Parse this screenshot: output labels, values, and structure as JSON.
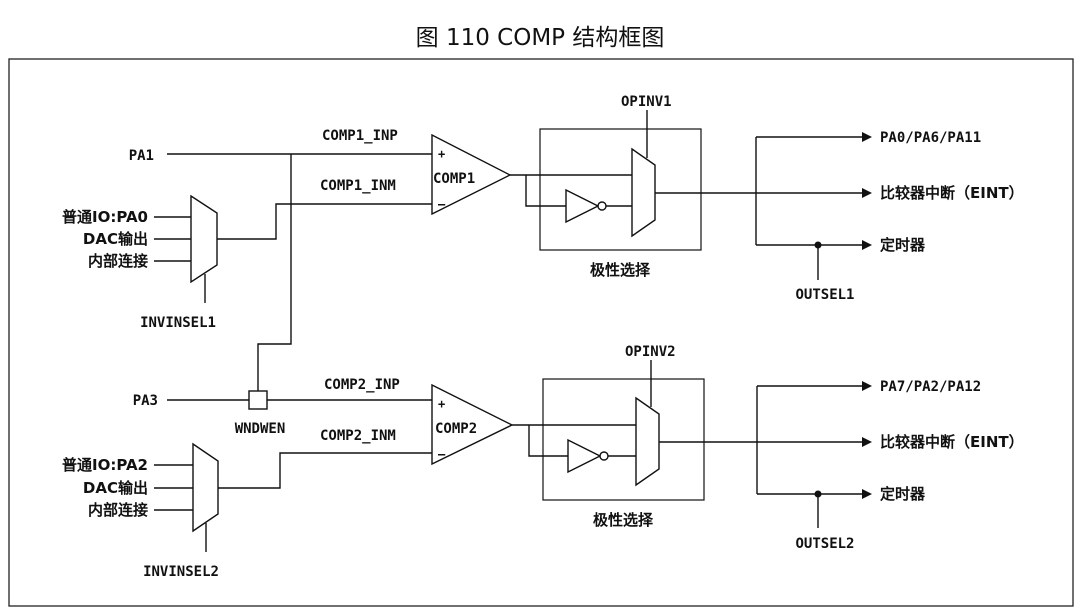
{
  "title": "图 110 COMP 结构框图",
  "comp1": {
    "input_pos": "PA1",
    "inp_label": "COMP1_INP",
    "inm_label": "COMP1_INM",
    "comparator_label": "COMP1",
    "plus": "+",
    "minus": "–",
    "mux_inputs": [
      "普通IO:PA0",
      "DAC输出",
      "内部连接"
    ],
    "mux_select": "INVINSEL1",
    "polarity_select": "OPINV1",
    "polarity_box_label": "极性选择",
    "outputs": [
      "PA0/PA6/PA11",
      "比较器中断（EINT）",
      "定时器"
    ],
    "out_select": "OUTSEL1"
  },
  "comp2": {
    "input_pos": "PA3",
    "inp_label": "COMP2_INP",
    "inm_label": "COMP2_INM",
    "comparator_label": "COMP2",
    "plus": "+",
    "minus": "–",
    "mux_inputs": [
      "普通IO:PA2",
      "DAC输出",
      "内部连接"
    ],
    "mux_select": "INVINSEL2",
    "polarity_select": "OPINV2",
    "polarity_box_label": "极性选择",
    "outputs": [
      "PA7/PA2/PA12",
      "比较器中断（EINT）",
      "定时器"
    ],
    "out_select": "OUTSEL2"
  },
  "window_switch": "WNDWEN"
}
